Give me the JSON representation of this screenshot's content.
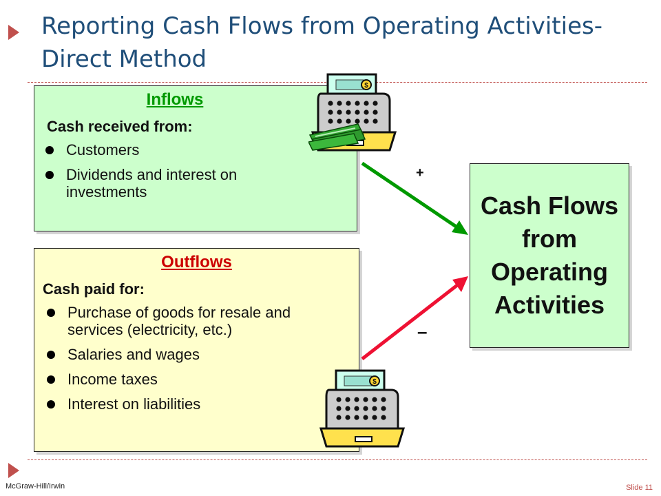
{
  "slide": {
    "title": "Reporting Cash Flows from Operating Activities-Direct Method",
    "footer_left": "McGraw-Hill/Irwin",
    "slide_number": "Slide 11"
  },
  "inflows": {
    "heading": "Inflows",
    "subheading": "Cash received from:",
    "items": [
      "Customers",
      "Dividends and interest on investments"
    ]
  },
  "outflows": {
    "heading": "Outflows",
    "subheading": "Cash paid for:",
    "items": [
      "Purchase of goods for resale and services (electricity, etc.)",
      "Salaries and wages",
      "Income taxes",
      "Interest on liabilities"
    ]
  },
  "result": {
    "label": "Cash Flows from Operating Activities"
  },
  "signs": {
    "plus": "+",
    "minus": "–"
  },
  "register_glyph": "$",
  "colors": {
    "title": "#1f4e79",
    "inflow_arrow": "#009900",
    "outflow_arrow": "#ee1133",
    "inflow_box": "#ccffcc",
    "outflow_box": "#ffffcc",
    "accent": "#c0504d"
  },
  "icons": [
    "cash-register-with-money-icon",
    "empty-cash-register-icon"
  ]
}
